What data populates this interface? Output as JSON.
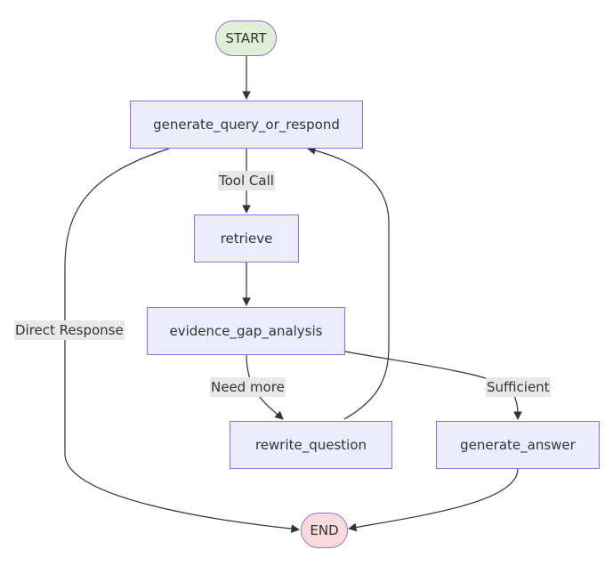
{
  "colors": {
    "node_fill": "#ececff",
    "node_border": "#9370db",
    "start_fill": "#dff0d8",
    "start_border": "#9370db",
    "end_fill": "#fadadd",
    "end_border": "#9370db",
    "edge": "#333333",
    "label_bg": "#e8e8e8"
  },
  "nodes": {
    "start": "START",
    "generate_query_or_respond": "generate_query_or_respond",
    "retrieve": "retrieve",
    "evidence_gap_analysis": "evidence_gap_analysis",
    "rewrite_question": "rewrite_question",
    "generate_answer": "generate_answer",
    "end": "END"
  },
  "edge_labels": {
    "tool_call": "Tool Call",
    "direct_response": "Direct Response",
    "need_more": "Need more",
    "sufficient": "Sufficient"
  }
}
